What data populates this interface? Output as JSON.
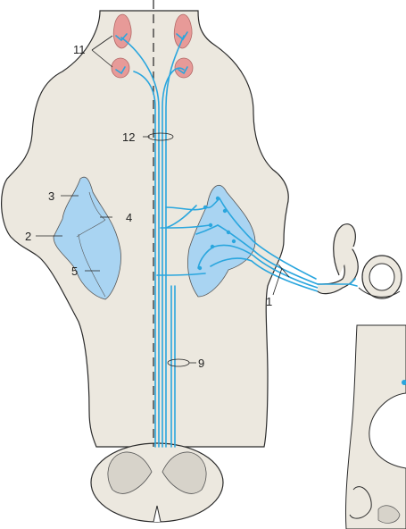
{
  "labels": {
    "l1": "1",
    "l2": "2",
    "l3": "3",
    "l4": "4",
    "l5": "5",
    "l9": "9",
    "l11": "11",
    "l12": "12"
  },
  "colors": {
    "brainstem": "#ece8df",
    "outline": "#2b2b2b",
    "nuclei": "#a9d4f2",
    "nerve": "#2aa6de",
    "red_nuclei": "#e79a98",
    "grey_matter": "#d7d3ca"
  }
}
